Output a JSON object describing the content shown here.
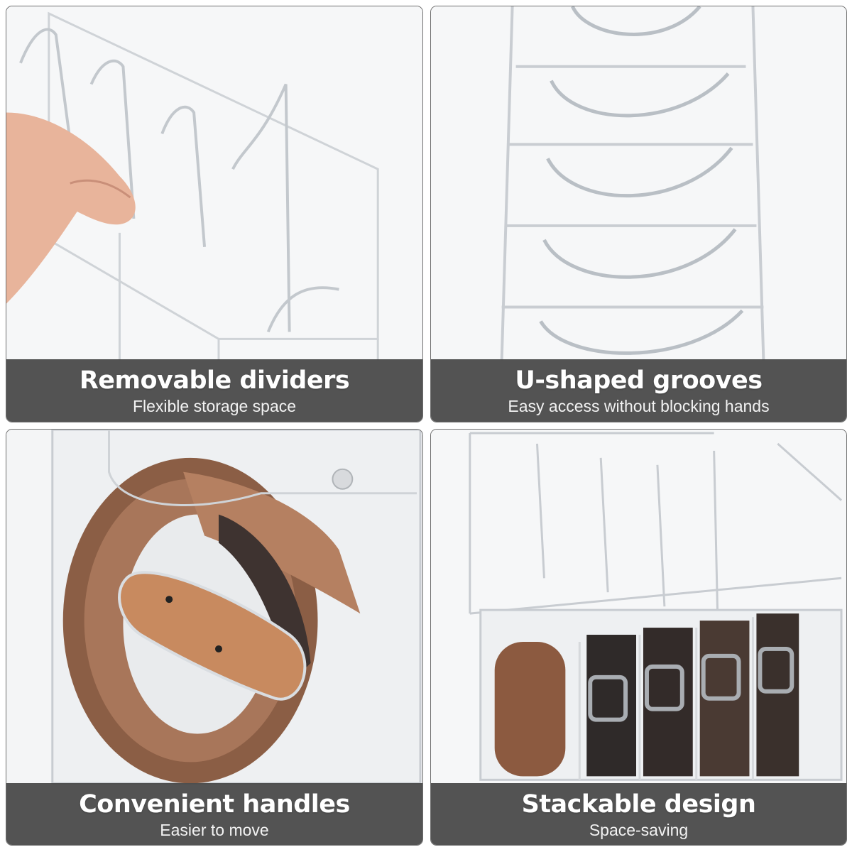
{
  "panels": [
    {
      "title": "Removable dividers",
      "subtitle": "Flexible storage space"
    },
    {
      "title": "U-shaped grooves",
      "subtitle": "Easy access without blocking hands"
    },
    {
      "title": "Convenient handles",
      "subtitle": "Easier to move"
    },
    {
      "title": "Stackable design",
      "subtitle": "Space-saving"
    }
  ],
  "colors": {
    "caption_bg": "#464646",
    "caption_text": "#ffffff",
    "panel_border": "#6f6f6f",
    "acrylic_edge": "#c9cdd2",
    "belt_brown": "#9a6a4f",
    "belt_dark": "#3b2f2b",
    "skin": "#e9b79f"
  },
  "icons": [
    "hand-photo",
    "acrylic-organizer",
    "belt-photo"
  ]
}
